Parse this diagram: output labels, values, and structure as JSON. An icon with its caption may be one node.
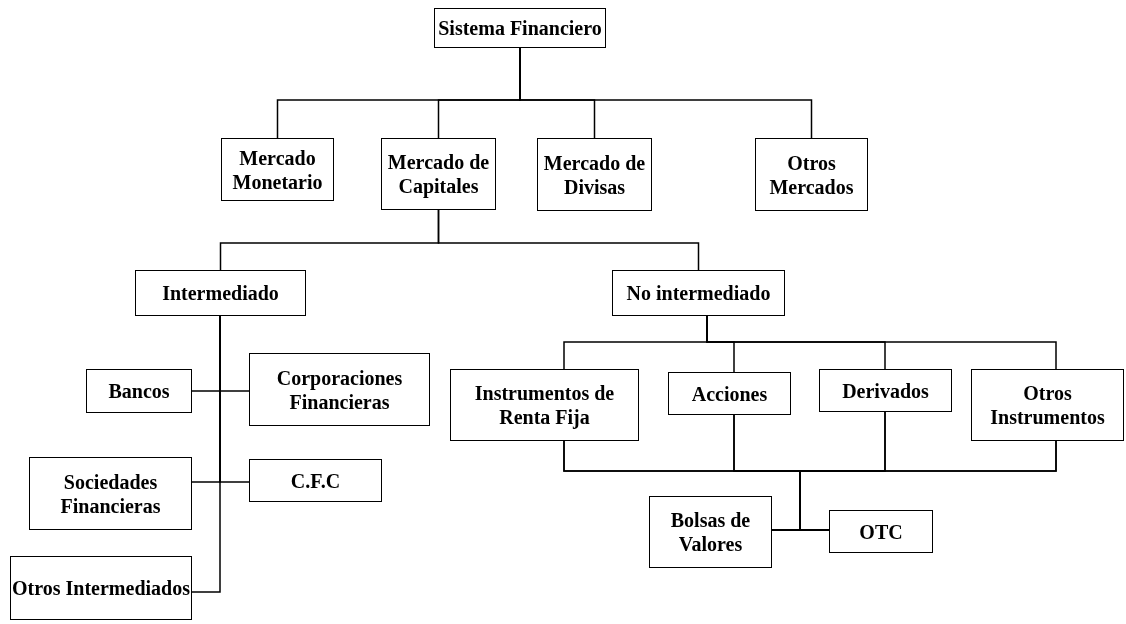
{
  "diagram": {
    "nodes": [
      {
        "text": [
          "Sistema Financiero"
        ]
      },
      {
        "text": [
          "Mercado Monetario"
        ]
      },
      {
        "text": [
          "Mercado de Capitales"
        ]
      },
      {
        "text": [
          "Mercado de Divisas"
        ]
      },
      {
        "text": [
          "Otros Mercados"
        ]
      },
      {
        "text": [
          "Intermediado"
        ]
      },
      {
        "text": [
          "No intermediado"
        ]
      },
      {
        "text": [
          "Bancos"
        ]
      },
      {
        "text": [
          "Corporaciones Financieras"
        ]
      },
      {
        "text": [
          "Sociedades Financieras"
        ]
      },
      {
        "text": [
          "C.F.C"
        ]
      },
      {
        "text": [
          "Otros Intermediados"
        ]
      },
      {
        "text": [
          "Instrumentos de Renta Fija"
        ]
      },
      {
        "text": [
          "Acciones"
        ]
      },
      {
        "text": [
          "Derivados"
        ]
      },
      {
        "text": [
          "Otros Instrumentos"
        ]
      },
      {
        "text": [
          "Bolsas de Valores"
        ]
      },
      {
        "text": [
          "OTC"
        ]
      }
    ],
    "edges": [
      {
        "from": 0,
        "to": 1,
        "arrow": "none"
      },
      {
        "from": 0,
        "to": 2,
        "arrow": "none"
      },
      {
        "from": 0,
        "to": 3,
        "arrow": "none"
      },
      {
        "from": 0,
        "to": 4,
        "arrow": "none"
      },
      {
        "from": 2,
        "to": 5,
        "arrow": "none"
      },
      {
        "from": 2,
        "to": 6,
        "arrow": "none"
      },
      {
        "from": 5,
        "to": 7,
        "arrow": "none"
      },
      {
        "from": 5,
        "to": 8,
        "arrow": "none"
      },
      {
        "from": 5,
        "to": 9,
        "arrow": "none"
      },
      {
        "from": 5,
        "to": 10,
        "arrow": "none"
      },
      {
        "from": 5,
        "to": 11,
        "arrow": "none"
      },
      {
        "from": 6,
        "to": 12,
        "arrow": "none"
      },
      {
        "from": 6,
        "to": 13,
        "arrow": "none"
      },
      {
        "from": 6,
        "to": 14,
        "arrow": "none"
      },
      {
        "from": 6,
        "to": 15,
        "arrow": "none"
      },
      {
        "from": 12,
        "to": 16,
        "arrow": "none"
      },
      {
        "from": 12,
        "to": 17,
        "arrow": "none"
      },
      {
        "from": 13,
        "to": 16,
        "arrow": "none"
      },
      {
        "from": 13,
        "to": 17,
        "arrow": "none"
      },
      {
        "from": 14,
        "to": 16,
        "arrow": "none"
      },
      {
        "from": 14,
        "to": 17,
        "arrow": "none"
      },
      {
        "from": 15,
        "to": 16,
        "arrow": "none"
      },
      {
        "from": 15,
        "to": 17,
        "arrow": "none"
      }
    ]
  }
}
